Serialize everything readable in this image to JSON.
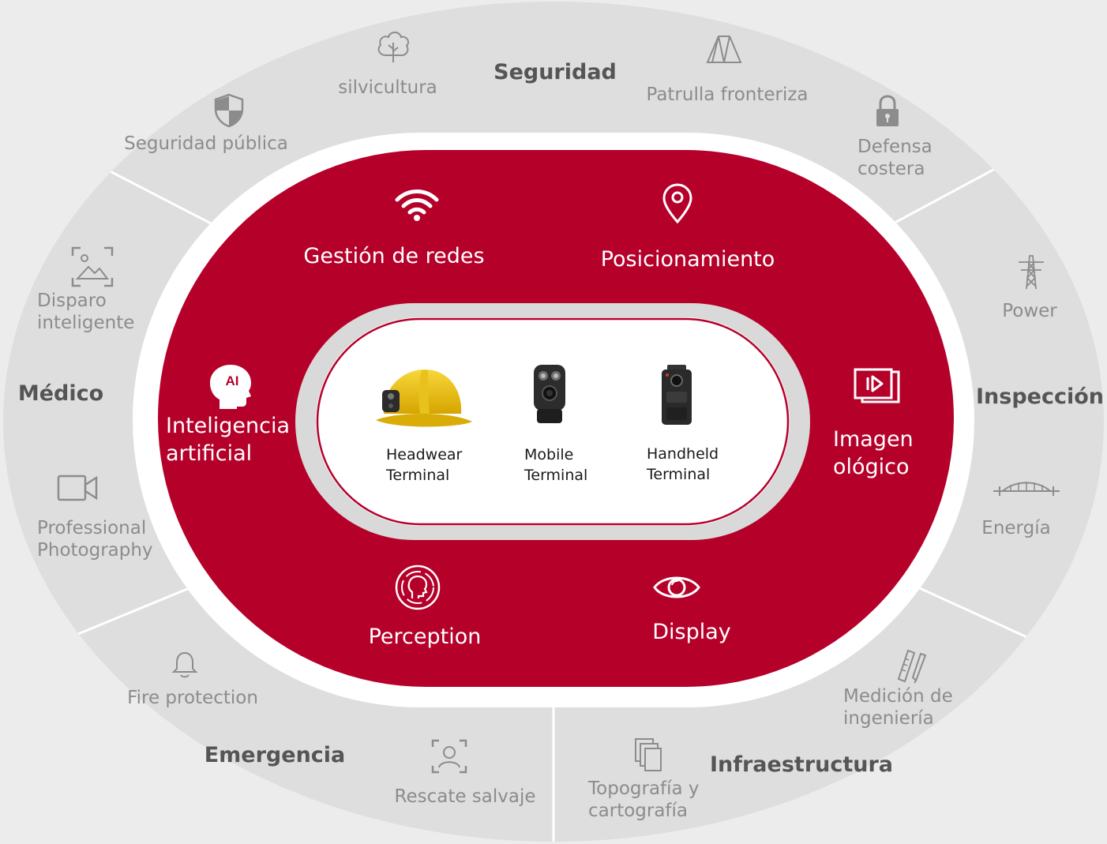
{
  "colors": {
    "page_bg": "#ececec",
    "outer_ring": "#dedede",
    "separator": "#ffffff",
    "red_band": "#b5002a",
    "inner_gray": "#d9d9d9",
    "inner_white": "#ffffff",
    "outer_text": "#8c8c8c",
    "category_text": "#555555"
  },
  "outer_ring": {
    "categories": {
      "seguridad": "Seguridad",
      "medico": "Médico",
      "inspeccion": "Inspección",
      "emergencia": "Emergencia",
      "infraestructura": "Infraestructura"
    },
    "items": {
      "silvicultura": {
        "label": "silvicultura",
        "icon": "tree-icon"
      },
      "patrulla": {
        "label": "Patrulla fronteriza",
        "icon": "tent-icon"
      },
      "seguridad_publica": {
        "label": "Seguridad pública",
        "icon": "shield-icon"
      },
      "defensa": {
        "line1": "Defensa",
        "line2": "costera",
        "icon": "lock-icon"
      },
      "disparo": {
        "line1": "Disparo",
        "line2": "inteligente",
        "icon": "image-capture-icon"
      },
      "power": {
        "label": "Power",
        "icon": "power-tower-icon"
      },
      "professional": {
        "line1": "Professional",
        "line2": "Photography",
        "icon": "video-camera-icon"
      },
      "energia": {
        "label": "Energía",
        "icon": "bridge-icon"
      },
      "fire": {
        "label": "Fire protection",
        "icon": "bell-icon"
      },
      "rescate": {
        "label": "Rescate salvaje",
        "icon": "face-scan-icon"
      },
      "medicion": {
        "line1": "Medición de",
        "line2": "ingeniería",
        "icon": "ruler-pencil-icon"
      },
      "topografia": {
        "line1": "Topografía y",
        "line2": "cartografía",
        "icon": "documents-icon"
      }
    }
  },
  "red_ring": {
    "gestion": {
      "label": "Gestión de redes",
      "icon": "wifi-icon"
    },
    "posicionamiento": {
      "label": "Posicionamiento",
      "icon": "location-pin-icon"
    },
    "ia": {
      "line1": "Inteligencia",
      "line2": "artificial",
      "icon": "ai-head-icon",
      "badge": "AI"
    },
    "imagen": {
      "line1": "Imagen",
      "line2": "ológico",
      "icon": "play-frame-icon"
    },
    "perception": {
      "label": "Perception",
      "icon": "face-perception-icon"
    },
    "display": {
      "label": "Display",
      "icon": "eye-icon"
    }
  },
  "devices": [
    {
      "line1": "Headwear",
      "line2": "Terminal",
      "icon": "helmet-icon"
    },
    {
      "line1": "Mobile",
      "line2": "Terminal",
      "icon": "mobile-camera-icon"
    },
    {
      "line1": "Handheld",
      "line2": "Terminal",
      "icon": "body-camera-icon"
    }
  ]
}
